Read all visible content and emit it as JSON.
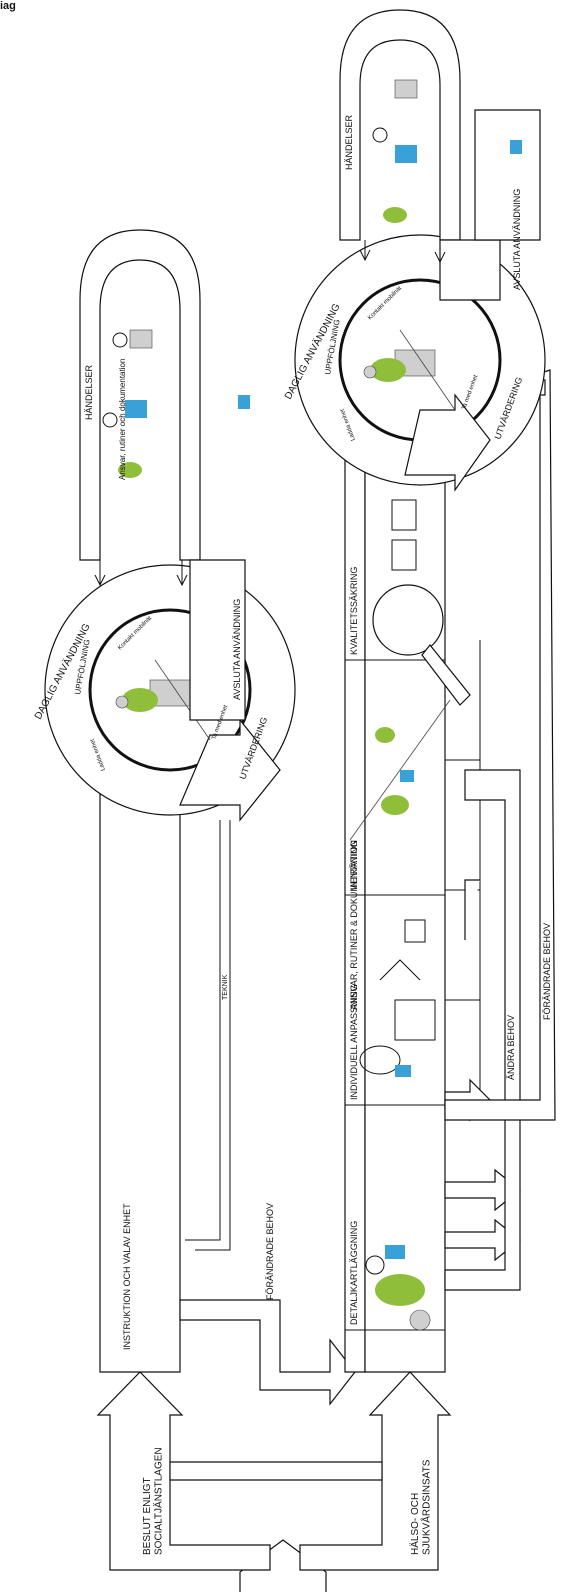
{
  "corner_label": "iag",
  "labels": {
    "beslut_social": "BESLUT ENLIGT\nSOCIALTJÄNSTLAGEN",
    "halso_sjukvard": "HÄLSO- OCH\nSJUKVÅRDSINSATS",
    "instruktion": "INSTRUKTION OCH VALAV ENHET",
    "teknik": "TEKNIK",
    "forandrade_behov_1": "FÖRÄNDRADE BEHOV",
    "daglig_1": "DAGLIG ANVÄNDNING",
    "uppfoljning_1": "UPPFÖLJNING",
    "utvardering_1": "UTVÄRDERING",
    "kontakt_1": "Kontakt mobilnät",
    "ta_med_1": "Ta med enhet",
    "ladda_1": "Ladda enhet",
    "handelser_1": "HÄNDELSER",
    "ansvar_small": "Ansvar, rutiner och dokumentation",
    "avsluta_1": "AVSLUTA ANVÄNDNING",
    "detalj": "DETALJKARTLÄGGNING",
    "individuell": "INDIVIDUELL ANPASSNING",
    "ansvar_caps": "ANSVAR, RUTINER & DOKUMENTATION",
    "intraning": "INTRÄNING",
    "kvalitet": "KVALITETSSÄKRING",
    "andra_behov": "ÄNDRA BEHOV",
    "forandrade_behov_2": "FÖRÄNDRADE BEHOV",
    "daglig_2": "DAGLIG ANVÄNDNING",
    "uppfoljning_2": "UPPFÖLJNING",
    "utvardering_2": "UTVÄRDERING",
    "kontakt_2": "Kontakt mobilnät",
    "ta_med_2": "Ta med enhet",
    "ladda_2": "Ladda enhet",
    "handelser_2": "HÄNDELSER",
    "avsluta_2": "AVSLUTA ANVÄNDNING"
  },
  "colors": {
    "line": "#111111",
    "accent_green": "#8fbf3a",
    "accent_blue": "#3aa0d8"
  }
}
